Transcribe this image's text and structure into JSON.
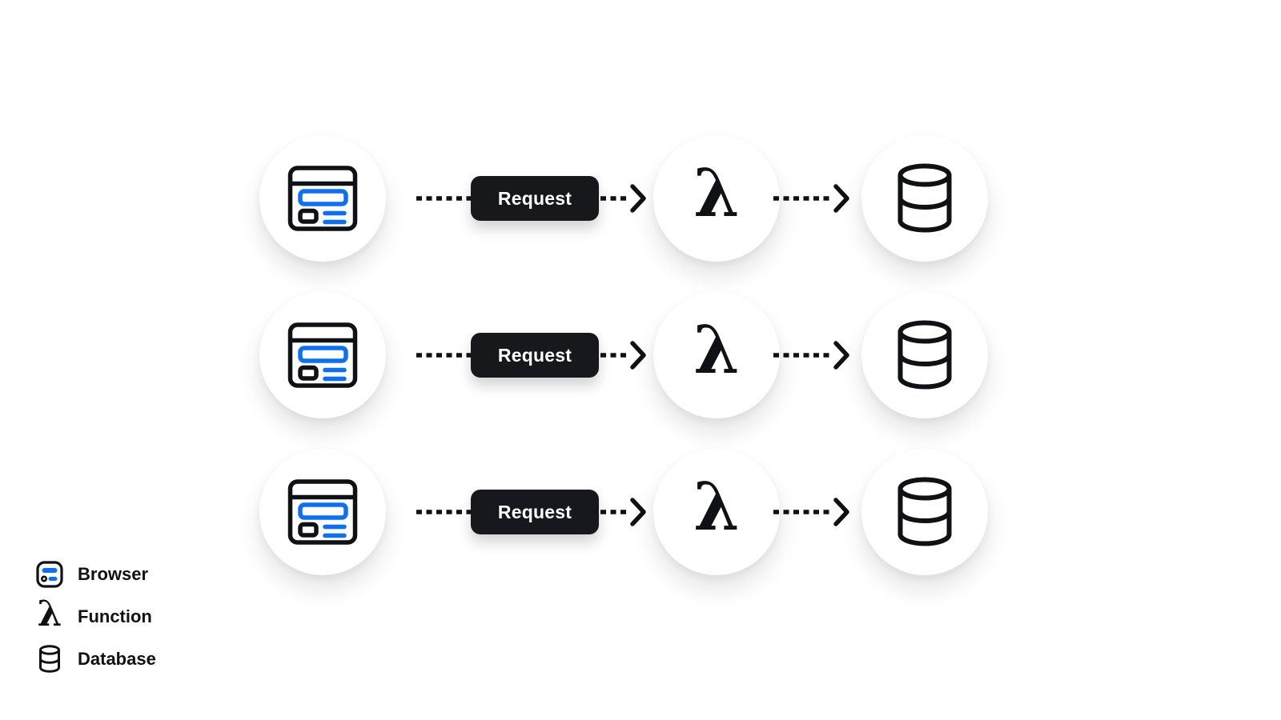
{
  "colors": {
    "accent_blue": "#0b70f5",
    "button_bg": "#17181c",
    "ink": "#101114",
    "canvas_bg": "#ffffff"
  },
  "glyphs": {
    "lambda": "λ"
  },
  "flow_rows": [
    {
      "request_label": "Request"
    },
    {
      "request_label": "Request"
    },
    {
      "request_label": "Request"
    }
  ],
  "legend": {
    "items": [
      {
        "icon": "browser-icon",
        "label": "Browser"
      },
      {
        "icon": "lambda-icon",
        "label": "Function"
      },
      {
        "icon": "database-icon",
        "label": "Database"
      }
    ]
  }
}
